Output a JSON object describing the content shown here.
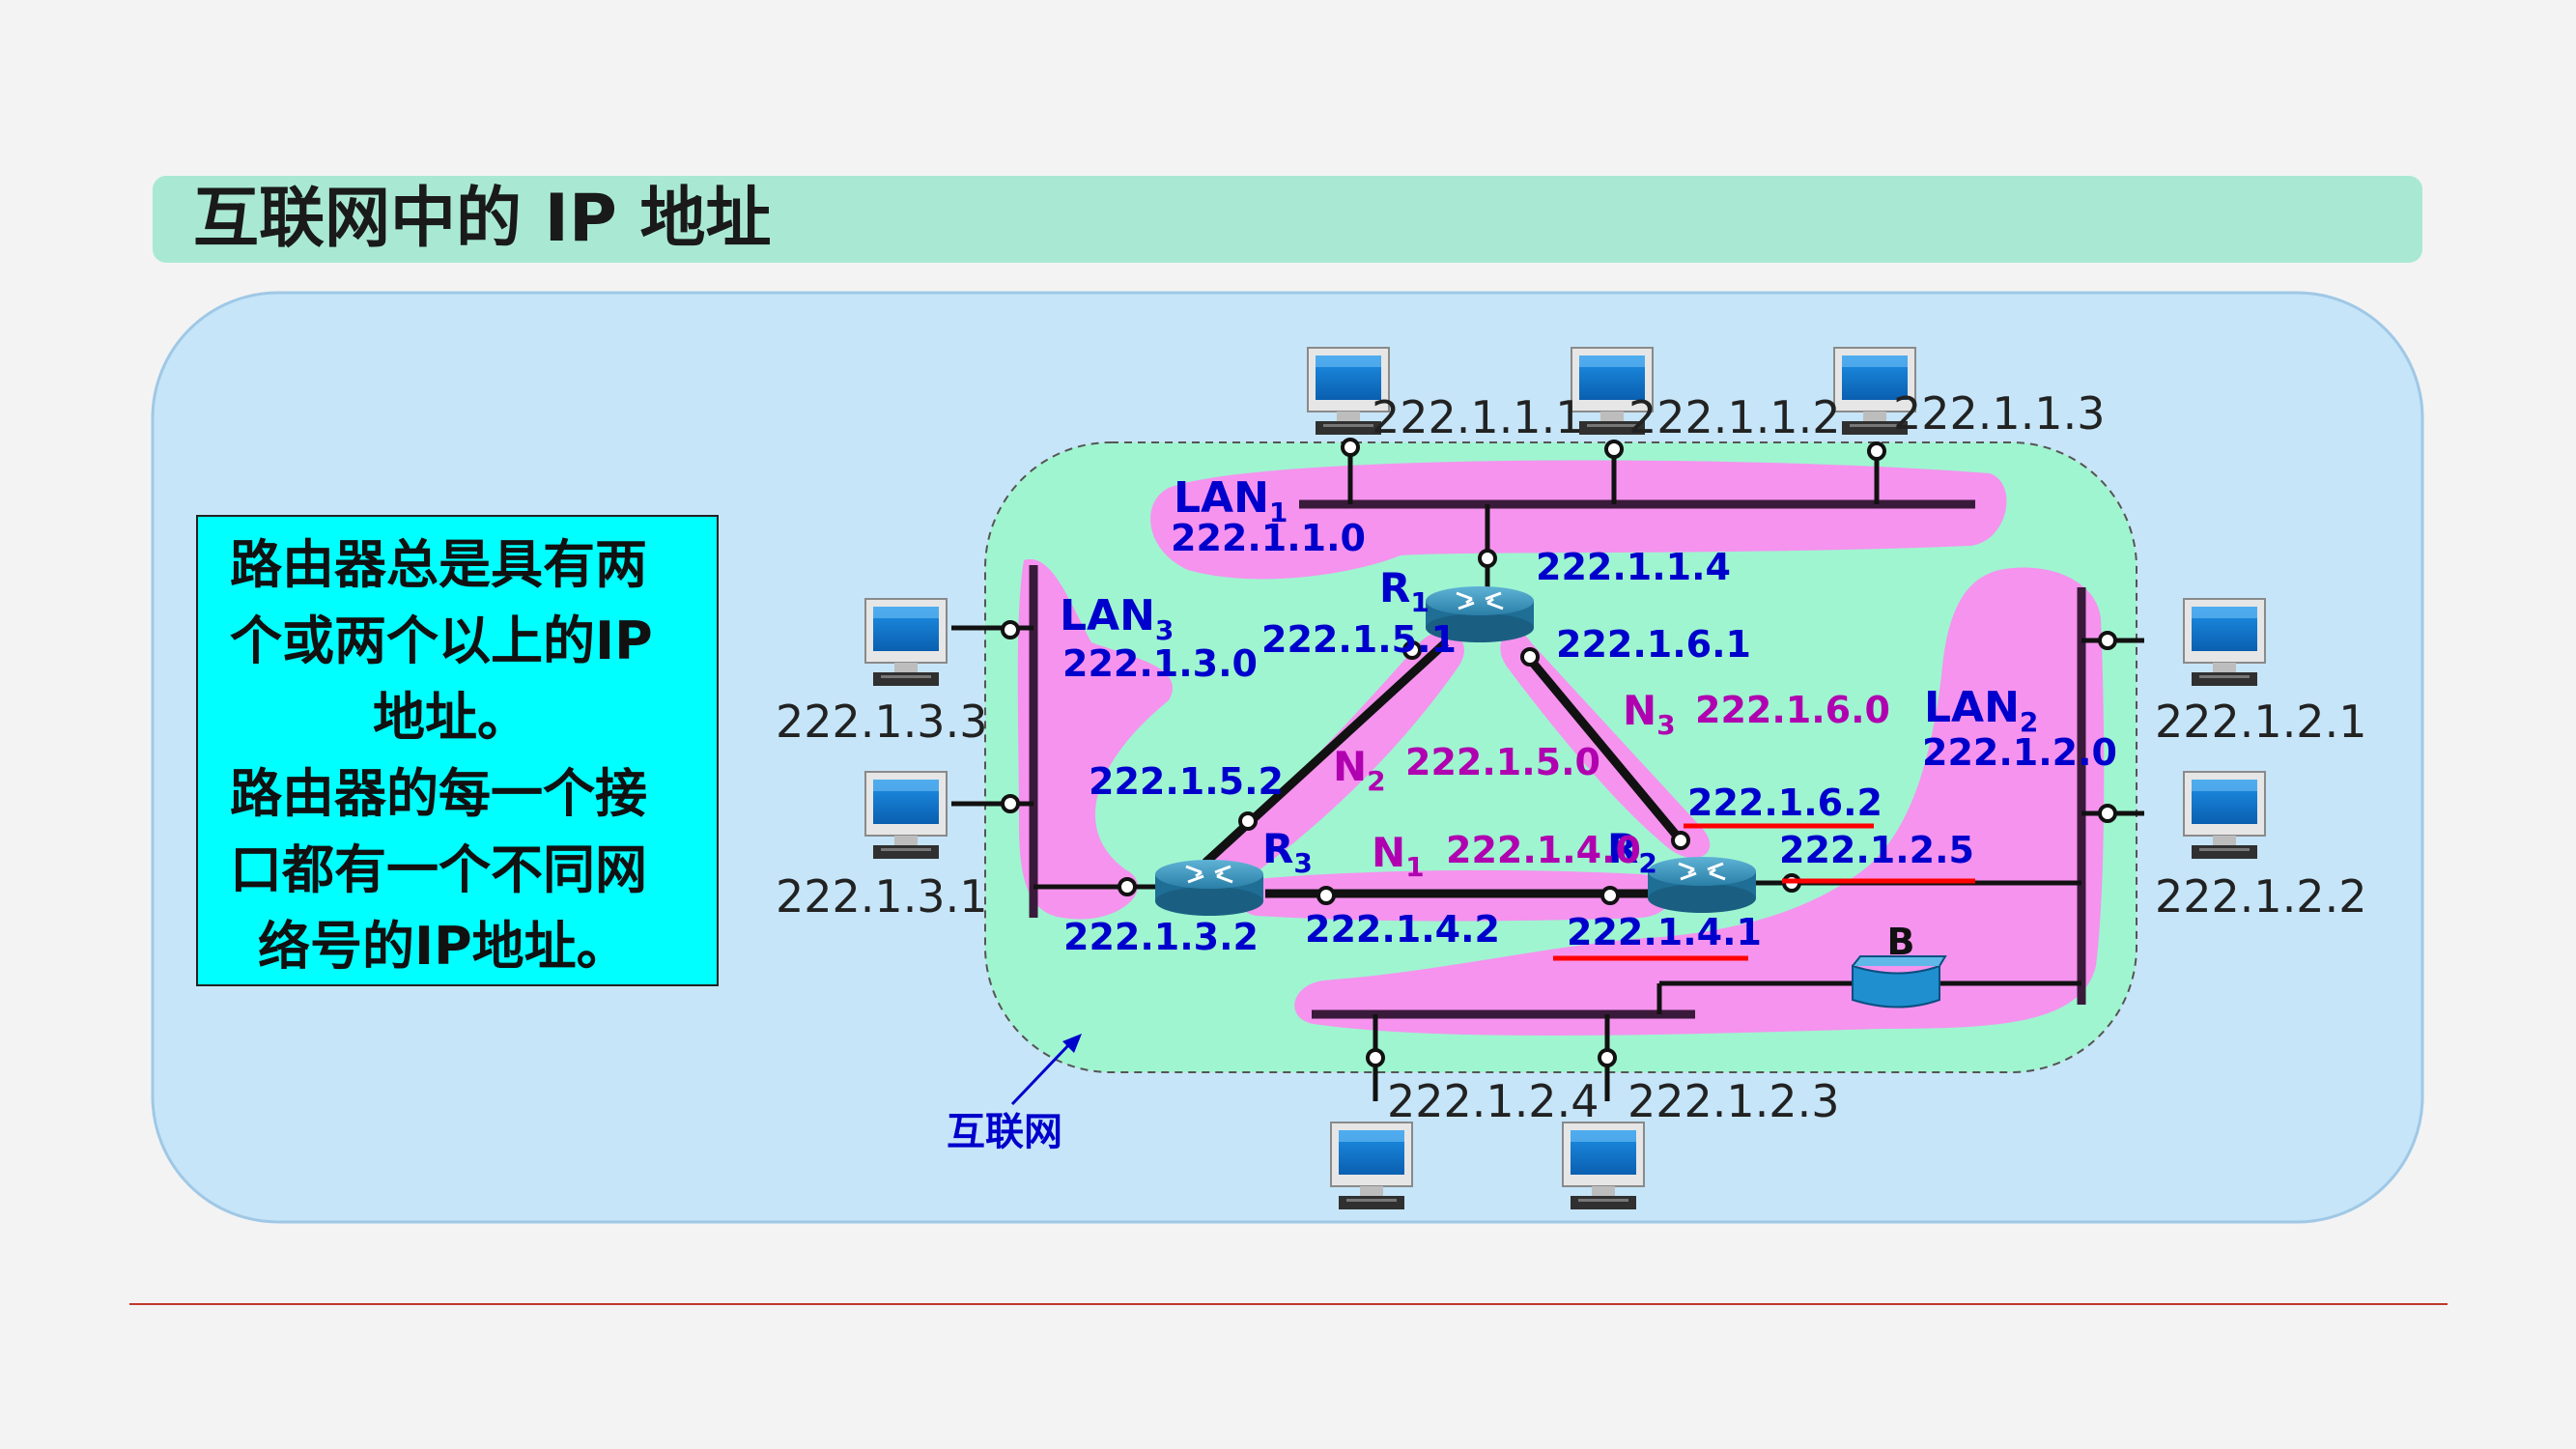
{
  "title": "互联网中的 IP 地址",
  "note_lines": [
    "路由器总是具有两",
    "个或两个以上的IP",
    "地址。",
    "路由器的每一个接",
    "口都有一个不同网",
    "络号的IP地址。"
  ],
  "internet_label": "互联网",
  "networks": {
    "lan1": {
      "name": "LAN",
      "sub": "1",
      "addr": "222.1.1.0"
    },
    "lan2": {
      "name": "LAN",
      "sub": "2",
      "addr": "222.1.2.0"
    },
    "lan3": {
      "name": "LAN",
      "sub": "3",
      "addr": "222.1.3.0"
    },
    "n1": {
      "name": "N",
      "sub": "1",
      "addr": "222.1.4.0"
    },
    "n2": {
      "name": "N",
      "sub": "2",
      "addr": "222.1.5.0"
    },
    "n3": {
      "name": "N",
      "sub": "3",
      "addr": "222.1.6.0"
    }
  },
  "routers": {
    "r1": {
      "name": "R",
      "sub": "1",
      "if_lan1": "222.1.1.4",
      "if_n2": "222.1.5.1",
      "if_n3": "222.1.6.1"
    },
    "r2": {
      "name": "R",
      "sub": "2",
      "if_n3": "222.1.6.2",
      "if_lan2": "222.1.2.5",
      "if_n1": "222.1.4.1"
    },
    "r3": {
      "name": "R",
      "sub": "3",
      "if_n2": "222.1.5.2",
      "if_lan3": "222.1.3.2",
      "if_n1": "222.1.4.2"
    }
  },
  "hosts": {
    "lan1": [
      "222.1.1.1",
      "222.1.1.2",
      "222.1.1.3"
    ],
    "lan2_right": [
      "222.1.2.1",
      "222.1.2.2"
    ],
    "lan2_bottom": [
      "222.1.2.4",
      "222.1.2.3"
    ],
    "lan3": [
      "222.1.3.3",
      "222.1.3.1"
    ]
  },
  "bridge_label": "B",
  "colors": {
    "title_bar": "#a9e9d4",
    "panel": "#c6e5f8",
    "internet_area": "#9ff5d0",
    "network_blob": "#f593ee",
    "network_label": "#0000cc",
    "n_label": "#b000b0",
    "highlight": "#ff0000",
    "note_box": "#00ffff"
  }
}
